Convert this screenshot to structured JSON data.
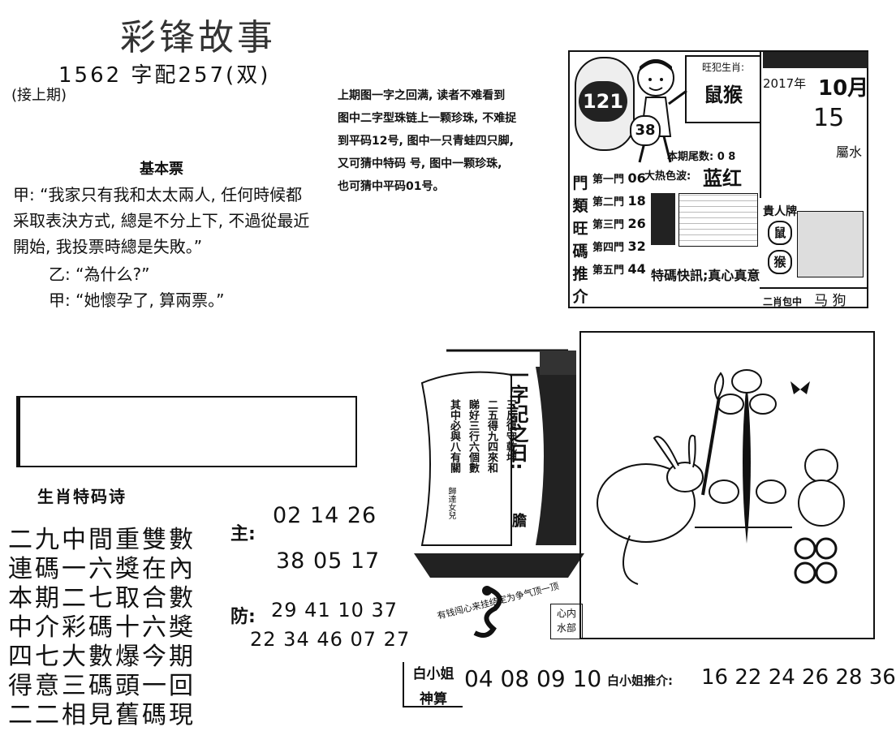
{
  "header": {
    "title": "彩锋故事",
    "issue": "1562 字配257(双)",
    "continued": "(接上期)"
  },
  "story": {
    "heading": "基本票",
    "lines": [
      "甲: “我家只有我和太太兩人, 任何時候都",
      "采取表決方式, 總是不分上下, 不過從最近",
      "開始, 我投票時總是失敗。”",
      "乙: “為什么?”",
      "甲: “她懷孕了, 算兩票。”"
    ]
  },
  "hint": {
    "lines": [
      "上期图一字之回满, 读者不难看到",
      "图中二字型珠链上一颗珍珠, 不难捉",
      "到平码12号, 图中一只青蛙四只脚,",
      "又可猜中特码  号, 图中一颗珍珠,",
      "也可猜中平码01号。"
    ]
  },
  "clip": {
    "badge": "121",
    "ball": "38",
    "zodiac_label": "旺犯生肖:",
    "zodiac_value": "鼠猴",
    "year": "2017年",
    "month": "10月",
    "day": "15",
    "tail_label": "本期尾数: 0 8",
    "color_label": "大热色波:",
    "color_value": "蓝红",
    "side_title": [
      "門",
      "類",
      "旺",
      "碼",
      "推",
      "介"
    ],
    "doors": [
      {
        "label": "第一門",
        "value": "06"
      },
      {
        "label": "第二門",
        "value": "18"
      },
      {
        "label": "第三門",
        "value": "26"
      },
      {
        "label": "第四門",
        "value": "32"
      },
      {
        "label": "第五門",
        "value": "44"
      }
    ],
    "quick": "特碼快訊;真心真意",
    "noble": "貴人牌",
    "noble_animals": [
      "鼠",
      "猴"
    ],
    "water": "屬水",
    "duo_label": "二肖包中",
    "duo_value": "马 狗"
  },
  "ship": {
    "poem_title": "一字記之日:",
    "poem_end": "膽",
    "poem_cols": [
      "三反復守乾坤",
      "二五得九四來和",
      "睇好三行六個數",
      "其中必與八有關"
    ],
    "author": "歸達女兒",
    "seal": "心内水部",
    "curve_text": "有钱闯心来挂结定为争气顶一顶"
  },
  "poem": {
    "heading": "生肖特码诗",
    "lines": [
      "二九中間重雙數",
      "連碼一六獎在內",
      "本期二七取合數",
      "中介彩碼十六獎",
      "四七大數爆今期",
      "得意三碼頭一回",
      "二二相見舊碼現"
    ]
  },
  "picks": {
    "main_label": "主:",
    "main_line1": "02 14 26",
    "main_line2": "38 05 17",
    "guard_label": "防:",
    "guard_line1": "29 41 10 37",
    "guard_line2": "22 34 46 07 27"
  },
  "bottom": {
    "label1": "白小姐",
    "label2": "神算",
    "numbers": "04 08 09 10",
    "rec_label": "白小姐推介:",
    "rec_numbers": "16 22 24 26 28 36"
  }
}
